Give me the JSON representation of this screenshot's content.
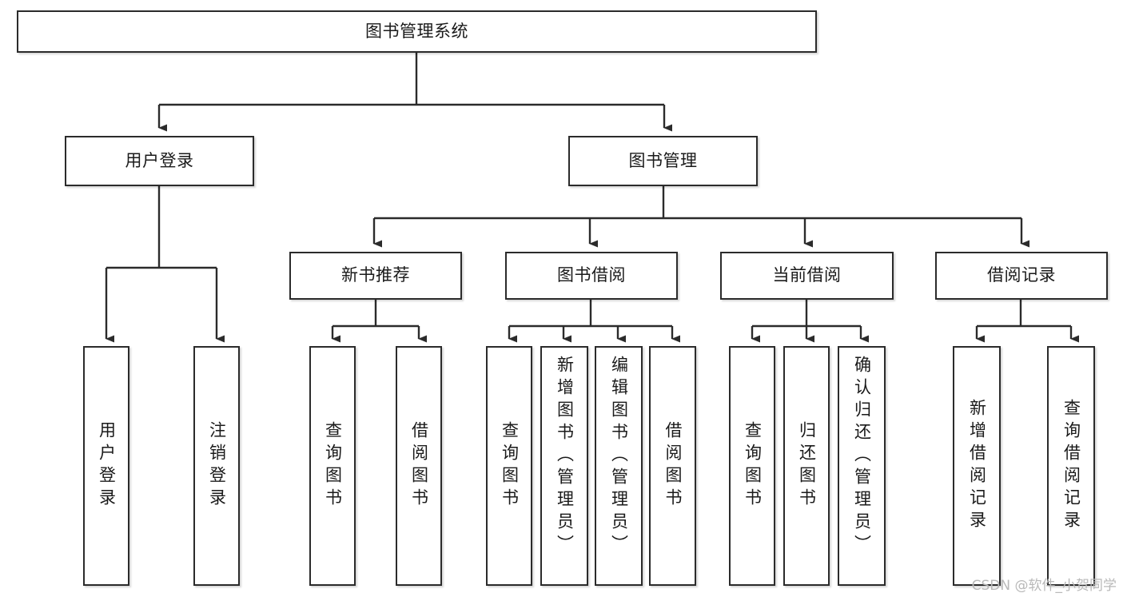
{
  "diagram": {
    "type": "tree-hierarchy-diagram",
    "title": "图书管理系统",
    "watermark": "CSDN @软件_小贺同学",
    "colors": {
      "stroke": "#2b2b2b",
      "fill": "#ffffff",
      "text": "#1a1a1a",
      "watermark": "#b9b9b9"
    },
    "levels": {
      "root": {
        "label": "图书管理系统"
      },
      "level2": [
        {
          "label": "用户登录"
        },
        {
          "label": "图书管理"
        }
      ],
      "level3": [
        {
          "label": "新书推荐"
        },
        {
          "label": "图书借阅"
        },
        {
          "label": "当前借阅"
        },
        {
          "label": "借阅记录"
        }
      ],
      "leaves": {
        "user_login": [
          {
            "label": "用户登录"
          },
          {
            "label": "注销登录"
          }
        ],
        "new_book_recommend": [
          {
            "label": "查询图书"
          },
          {
            "label": "借阅图书"
          }
        ],
        "book_borrow": [
          {
            "label": "查询图书"
          },
          {
            "label": "新增图书（管理员）"
          },
          {
            "label": "编辑图书（管理员）"
          },
          {
            "label": "借阅图书"
          }
        ],
        "current_borrow": [
          {
            "label": "查询图书"
          },
          {
            "label": "归还图书"
          },
          {
            "label": "确认归还（管理员）"
          }
        ],
        "borrow_record": [
          {
            "label": "新增借阅记录"
          },
          {
            "label": "查询借阅记录"
          }
        ]
      }
    }
  }
}
